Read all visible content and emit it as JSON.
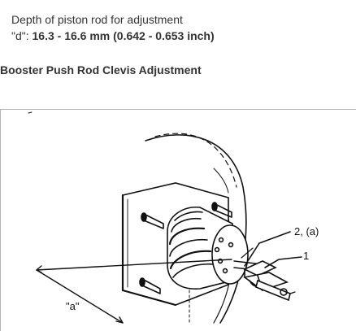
{
  "spec": {
    "line1": "Depth of piston rod for adjustment",
    "line2_prefix": "\"d\": ",
    "line2_value": "16.3 - 16.6 mm (0.642 - 0.653 inch)"
  },
  "section": {
    "title": "Booster Push Rod Clevis Adjustment"
  },
  "figure": {
    "callout_2": "2, (a)",
    "callout_1": "1",
    "dimension_a": "\"a\""
  }
}
